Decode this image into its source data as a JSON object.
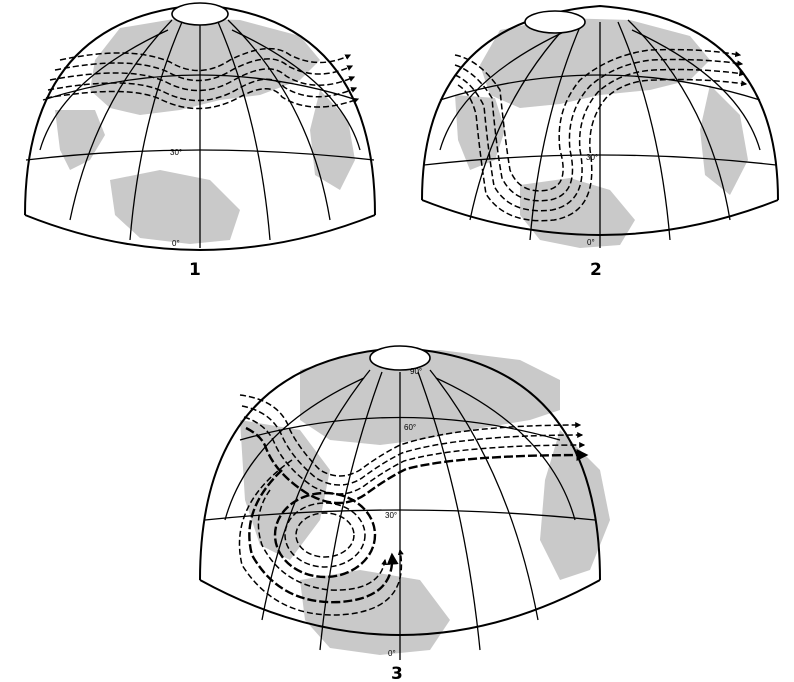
{
  "panels": [
    {
      "number": "1",
      "labels": {
        "lat30": "30°",
        "lat0": "0°"
      }
    },
    {
      "number": "2",
      "labels": {
        "lat30": "30°",
        "lat0": "0°"
      }
    },
    {
      "number": "3",
      "labels": {
        "lat60": "60°",
        "lat30": "30°",
        "lat0": "0°",
        "pole": "90°"
      }
    }
  ],
  "colors": {
    "land": "#c9c9c9",
    "line": "#000000",
    "background": "#ffffff"
  }
}
